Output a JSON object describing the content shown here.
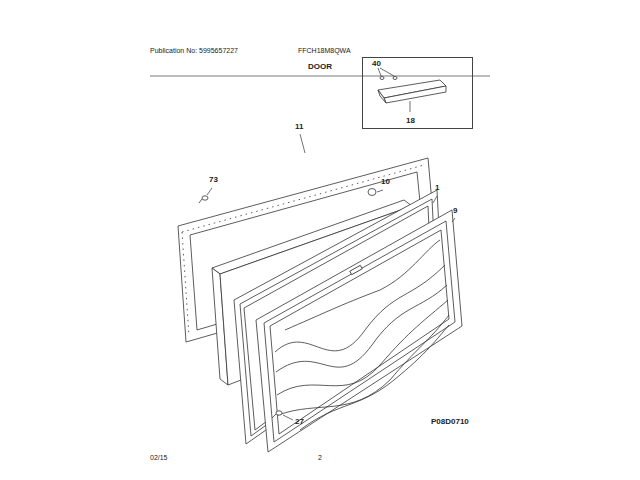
{
  "diagram": {
    "title": "DOOR",
    "nodes": [
      {
        "text": [
          "40",
          "18"
        ]
      }
    ],
    "labels": [
      "Publication No: 5995657227",
      "FFCH18M8QWA",
      "11",
      "73",
      "10",
      "1",
      "9",
      "27",
      "P08D0710",
      "02/15",
      "2"
    ]
  }
}
